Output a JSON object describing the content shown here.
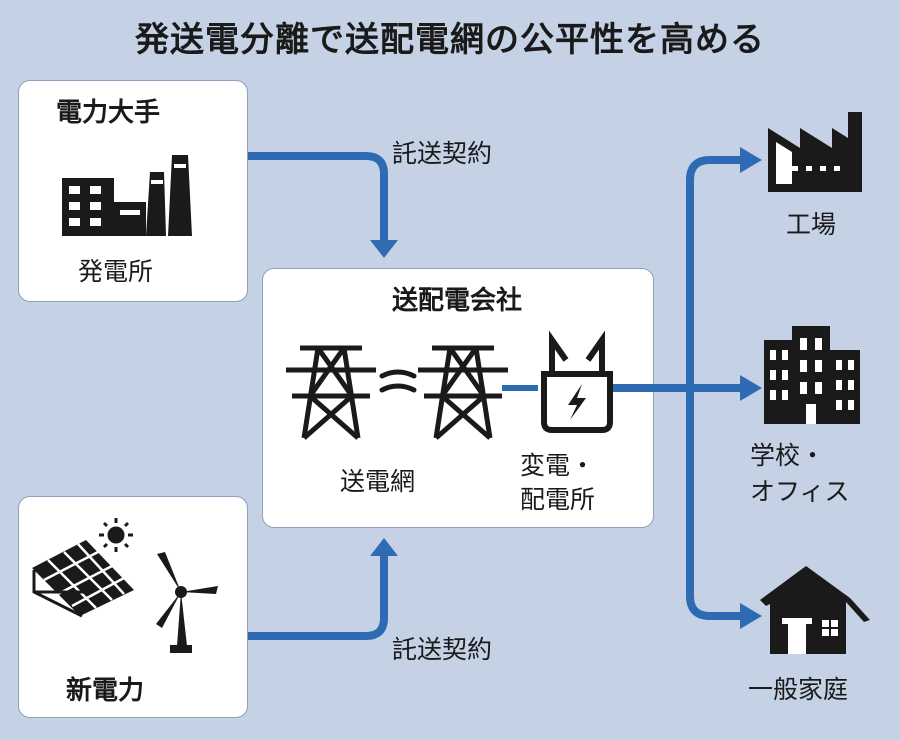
{
  "title": "発送電分離で送配電網の公平性を高める",
  "suppliers": {
    "major": {
      "name": "電力大手",
      "facility": "発電所"
    },
    "new": {
      "name": "新電力"
    }
  },
  "contract_label_top": "託送契約",
  "contract_label_bottom": "託送契約",
  "grid_company": {
    "name": "送配電会社",
    "network_label": "送電網",
    "substation_label_line1": "変電・",
    "substation_label_line2": "配電所"
  },
  "consumers": {
    "factory": "工場",
    "school_line1": "学校・",
    "school_line2": "オフィス",
    "home": "一般家庭"
  },
  "colors": {
    "background": "#c5d2e6",
    "arrow": "#2f6bb3",
    "icon": "#1a1a1a"
  }
}
